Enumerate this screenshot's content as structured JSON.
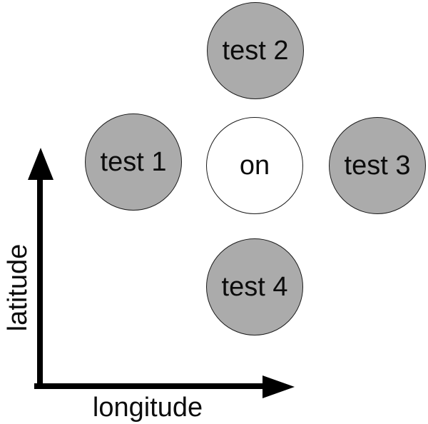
{
  "axes": {
    "x_label": "longitude",
    "y_label": "latitude",
    "color": "#000000"
  },
  "nodes": [
    {
      "id": "test-1",
      "label": "test 1",
      "fill": "#ababab",
      "position": "left-of-center"
    },
    {
      "id": "test-2",
      "label": "test 2",
      "fill": "#ababab",
      "position": "above-center"
    },
    {
      "id": "on",
      "label": "on",
      "fill": "#ffffff",
      "position": "center"
    },
    {
      "id": "test-3",
      "label": "test 3",
      "fill": "#ababab",
      "position": "right-of-center"
    },
    {
      "id": "test-4",
      "label": "test 4",
      "fill": "#ababab",
      "position": "below-center"
    }
  ],
  "colors": {
    "background": "#ffffff",
    "node_gray": "#ababab",
    "node_white": "#ffffff",
    "node_stroke": "#1b1b1b",
    "text": "#0c0c0c",
    "axis": "#000000"
  }
}
